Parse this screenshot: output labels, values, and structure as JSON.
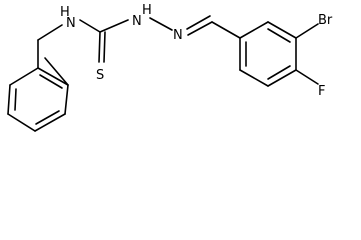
{
  "molecule": {
    "atoms": {
      "nh_left": "H",
      "n_left": "N",
      "n_right": "N",
      "h_right": "H",
      "s": "S",
      "n_imine": "N",
      "br": "Br",
      "f": "F"
    }
  }
}
